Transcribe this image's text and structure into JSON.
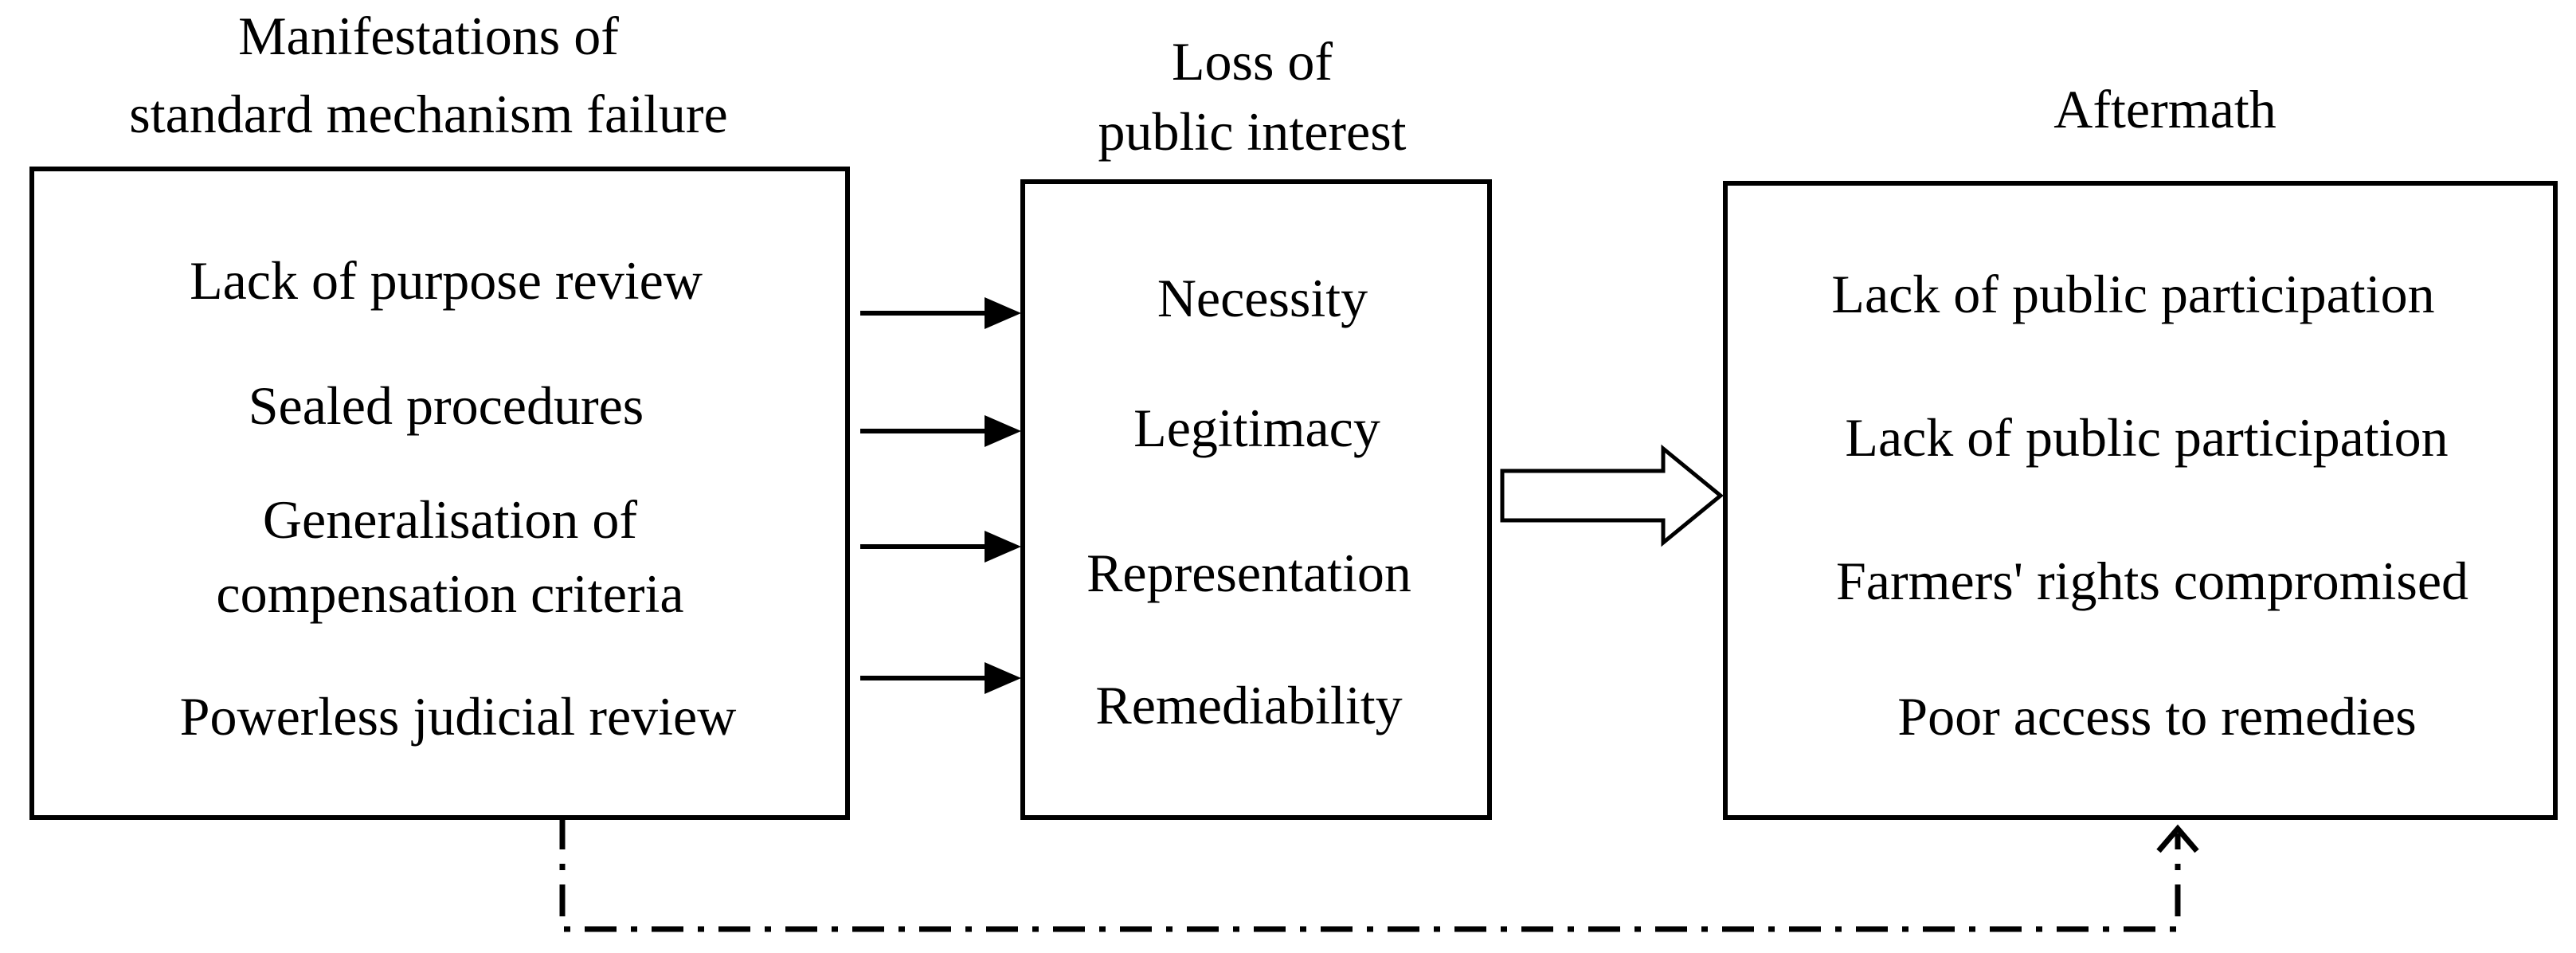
{
  "left_column": {
    "header": [
      "Manifestations of",
      "standard mechanism failure"
    ],
    "items": [
      [
        "Lack of purpose review"
      ],
      [
        "Sealed procedures"
      ],
      [
        "Generalisation of",
        "compensation criteria"
      ],
      [
        "Powerless judicial review"
      ]
    ]
  },
  "middle_column": {
    "header": [
      "Loss of",
      "public interest"
    ],
    "items": [
      "Necessity",
      "Legitimacy",
      "Representation",
      "Remediability"
    ]
  },
  "right_column": {
    "header": [
      "Aftermath"
    ],
    "items": [
      "Lack of public participation",
      "Lack of public participation",
      "Farmers' rights compromised",
      "Poor access to remedies"
    ]
  }
}
